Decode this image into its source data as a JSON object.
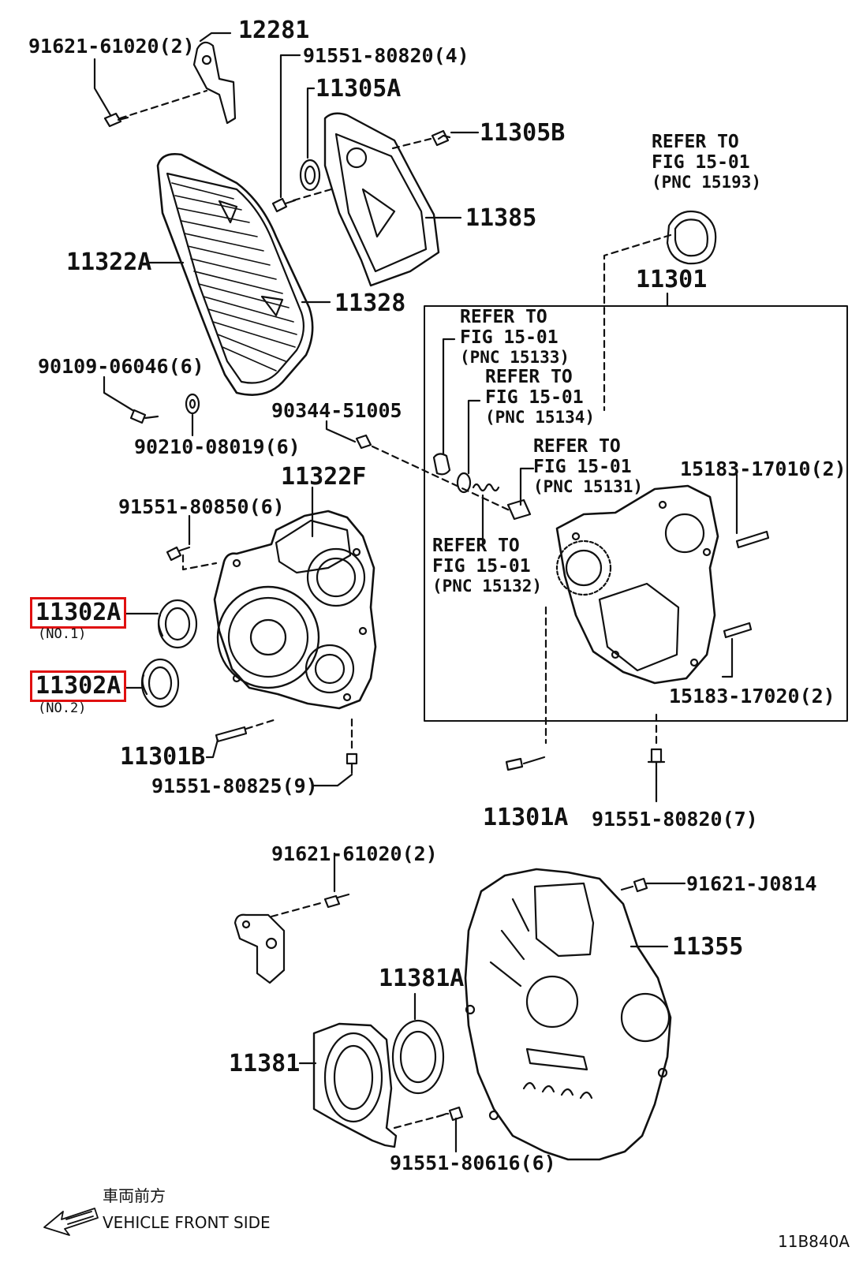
{
  "labels": {
    "p12281": "12281",
    "p91621_61020_top": "91621-61020(2)",
    "p91551_80820_4": "91551-80820(4)",
    "p11305A": "11305A",
    "p11305B": "11305B",
    "p11385": "11385",
    "p11322A": "11322A",
    "p11328": "11328",
    "p90109_06046": "90109-06046(6)",
    "p90210_08019": "90210-08019(6)",
    "p90344_51005": "90344-51005",
    "p11322F": "11322F",
    "p91551_80850": "91551-80850(6)",
    "p11302A_1": "11302A",
    "p11302A_1_note": "(NO.1)",
    "p11302A_2": "11302A",
    "p11302A_2_note": "(NO.2)",
    "p11301B": "11301B",
    "p91551_80825": "91551-80825(9)",
    "p11301": "11301",
    "p11301A": "11301A",
    "p91551_80820_7": "91551-80820(7)",
    "p15183_17010": "15183-17010(2)",
    "p15183_17020": "15183-17020(2)",
    "p91621_61020_bot": "91621-61020(2)",
    "p91621_J0814": "91621-J0814",
    "p11355": "11355",
    "p11381A": "11381A",
    "p11381": "11381",
    "p91551_80616": "91551-80616(6)"
  },
  "refers": {
    "r15193": {
      "line1": "REFER TO",
      "line2": "FIG 15-01",
      "line3": "(PNC 15193)"
    },
    "r15133": {
      "line1": "REFER TO",
      "line2": "FIG 15-01",
      "line3": "(PNC 15133)"
    },
    "r15134": {
      "line1": "REFER TO",
      "line2": "FIG 15-01",
      "line3": "(PNC 15134)"
    },
    "r15131": {
      "line1": "REFER TO",
      "line2": "FIG 15-01",
      "line3": "(PNC 15131)"
    },
    "r15132": {
      "line1": "REFER TO",
      "line2": "FIG 15-01",
      "line3": "(PNC 15132)"
    }
  },
  "footer": {
    "direction_jp": "車両前方",
    "direction_en": "VEHICLE FRONT SIDE",
    "figure_code": "11B840A"
  },
  "colors": {
    "highlight": "#e01010",
    "ink": "#111111",
    "paper": "#ffffff"
  }
}
